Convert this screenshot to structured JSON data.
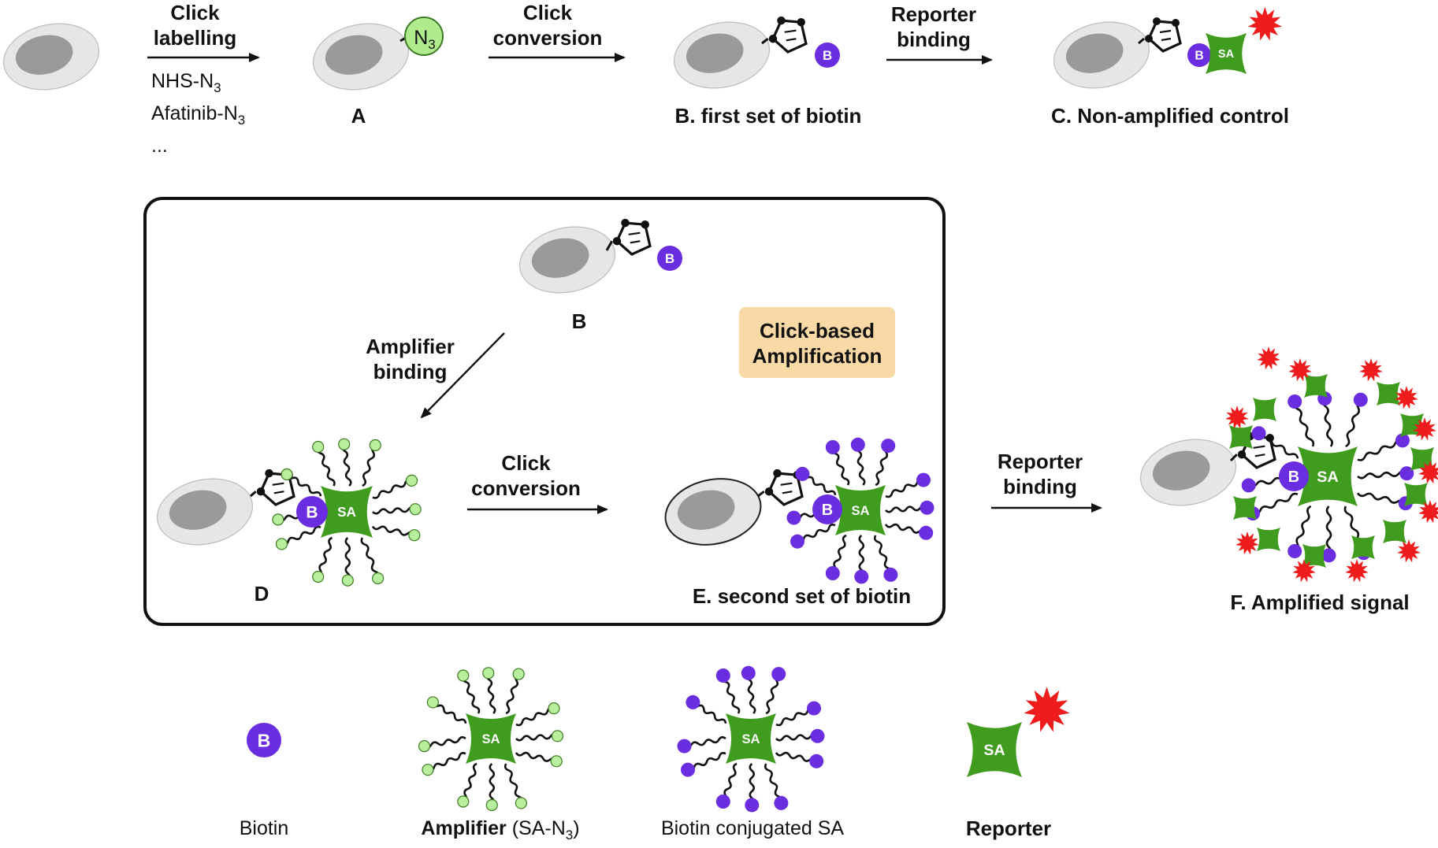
{
  "top_row": {
    "step1_label": [
      "Click",
      "labelling"
    ],
    "reagents": [
      "NHS-N",
      "Afatinib-N",
      "..."
    ],
    "reagent_subscript": "3",
    "azide_label": "N",
    "azide_subscript": "3",
    "label_a": "A",
    "step2_label": [
      "Click",
      "conversion"
    ],
    "label_b": "B. first set of biotin",
    "step3_label": [
      "Reporter",
      "binding"
    ],
    "label_c": "C. Non-amplified control"
  },
  "amplification_box": {
    "label_b": "B",
    "step_amplifier": [
      "Amplifier",
      "binding"
    ],
    "badge": [
      "Click-based",
      "Amplification"
    ],
    "step_click": [
      "Click",
      "conversion"
    ],
    "label_d": "D",
    "label_e": "E. second set of biotin"
  },
  "final": {
    "step_reporter": [
      "Reporter",
      "binding"
    ],
    "label_f": "F. Amplified signal"
  },
  "glyphs": {
    "biotin": "B",
    "streptavidin": "SA"
  },
  "legend": {
    "biotin": "Biotin",
    "amplifier_bold": "Amplifier",
    "amplifier_rest": " (SA-N",
    "amplifier_sub": "3",
    "amplifier_close": ")",
    "biotin_sa": "Biotin conjugated SA",
    "reporter": "Reporter"
  },
  "colors": {
    "cell_outer": "#e6e6e6",
    "cell_inner": "#9a9a9a",
    "biotin": "#6a2de0",
    "streptavidin": "#3f9c1e",
    "azide_end": "#b7ef9c",
    "reporter_star": "#ee1c1c",
    "badge": "#f9d9a5"
  },
  "icons": [
    "cell-icon",
    "azide-icon",
    "triazole-linker-icon",
    "biotin-icon",
    "streptavidin-icon",
    "reporter-star-icon",
    "arrow-icon"
  ]
}
